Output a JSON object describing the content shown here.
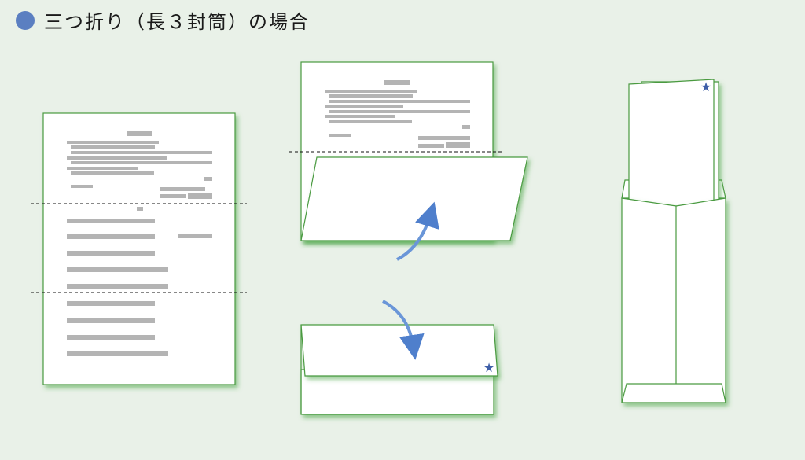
{
  "title": "三つ折り（長３封筒）の場合",
  "colors": {
    "background": "#e9f1e8",
    "bullet": "#5b7fc1",
    "paper_stroke": "#4a9a40",
    "text_bar": "#b4b4b4",
    "arrow": "#6a96d8",
    "star": "#3f5fa8"
  },
  "icons": [
    "bullet-circle",
    "curved-arrow-up",
    "curved-arrow-down",
    "star-mark"
  ]
}
